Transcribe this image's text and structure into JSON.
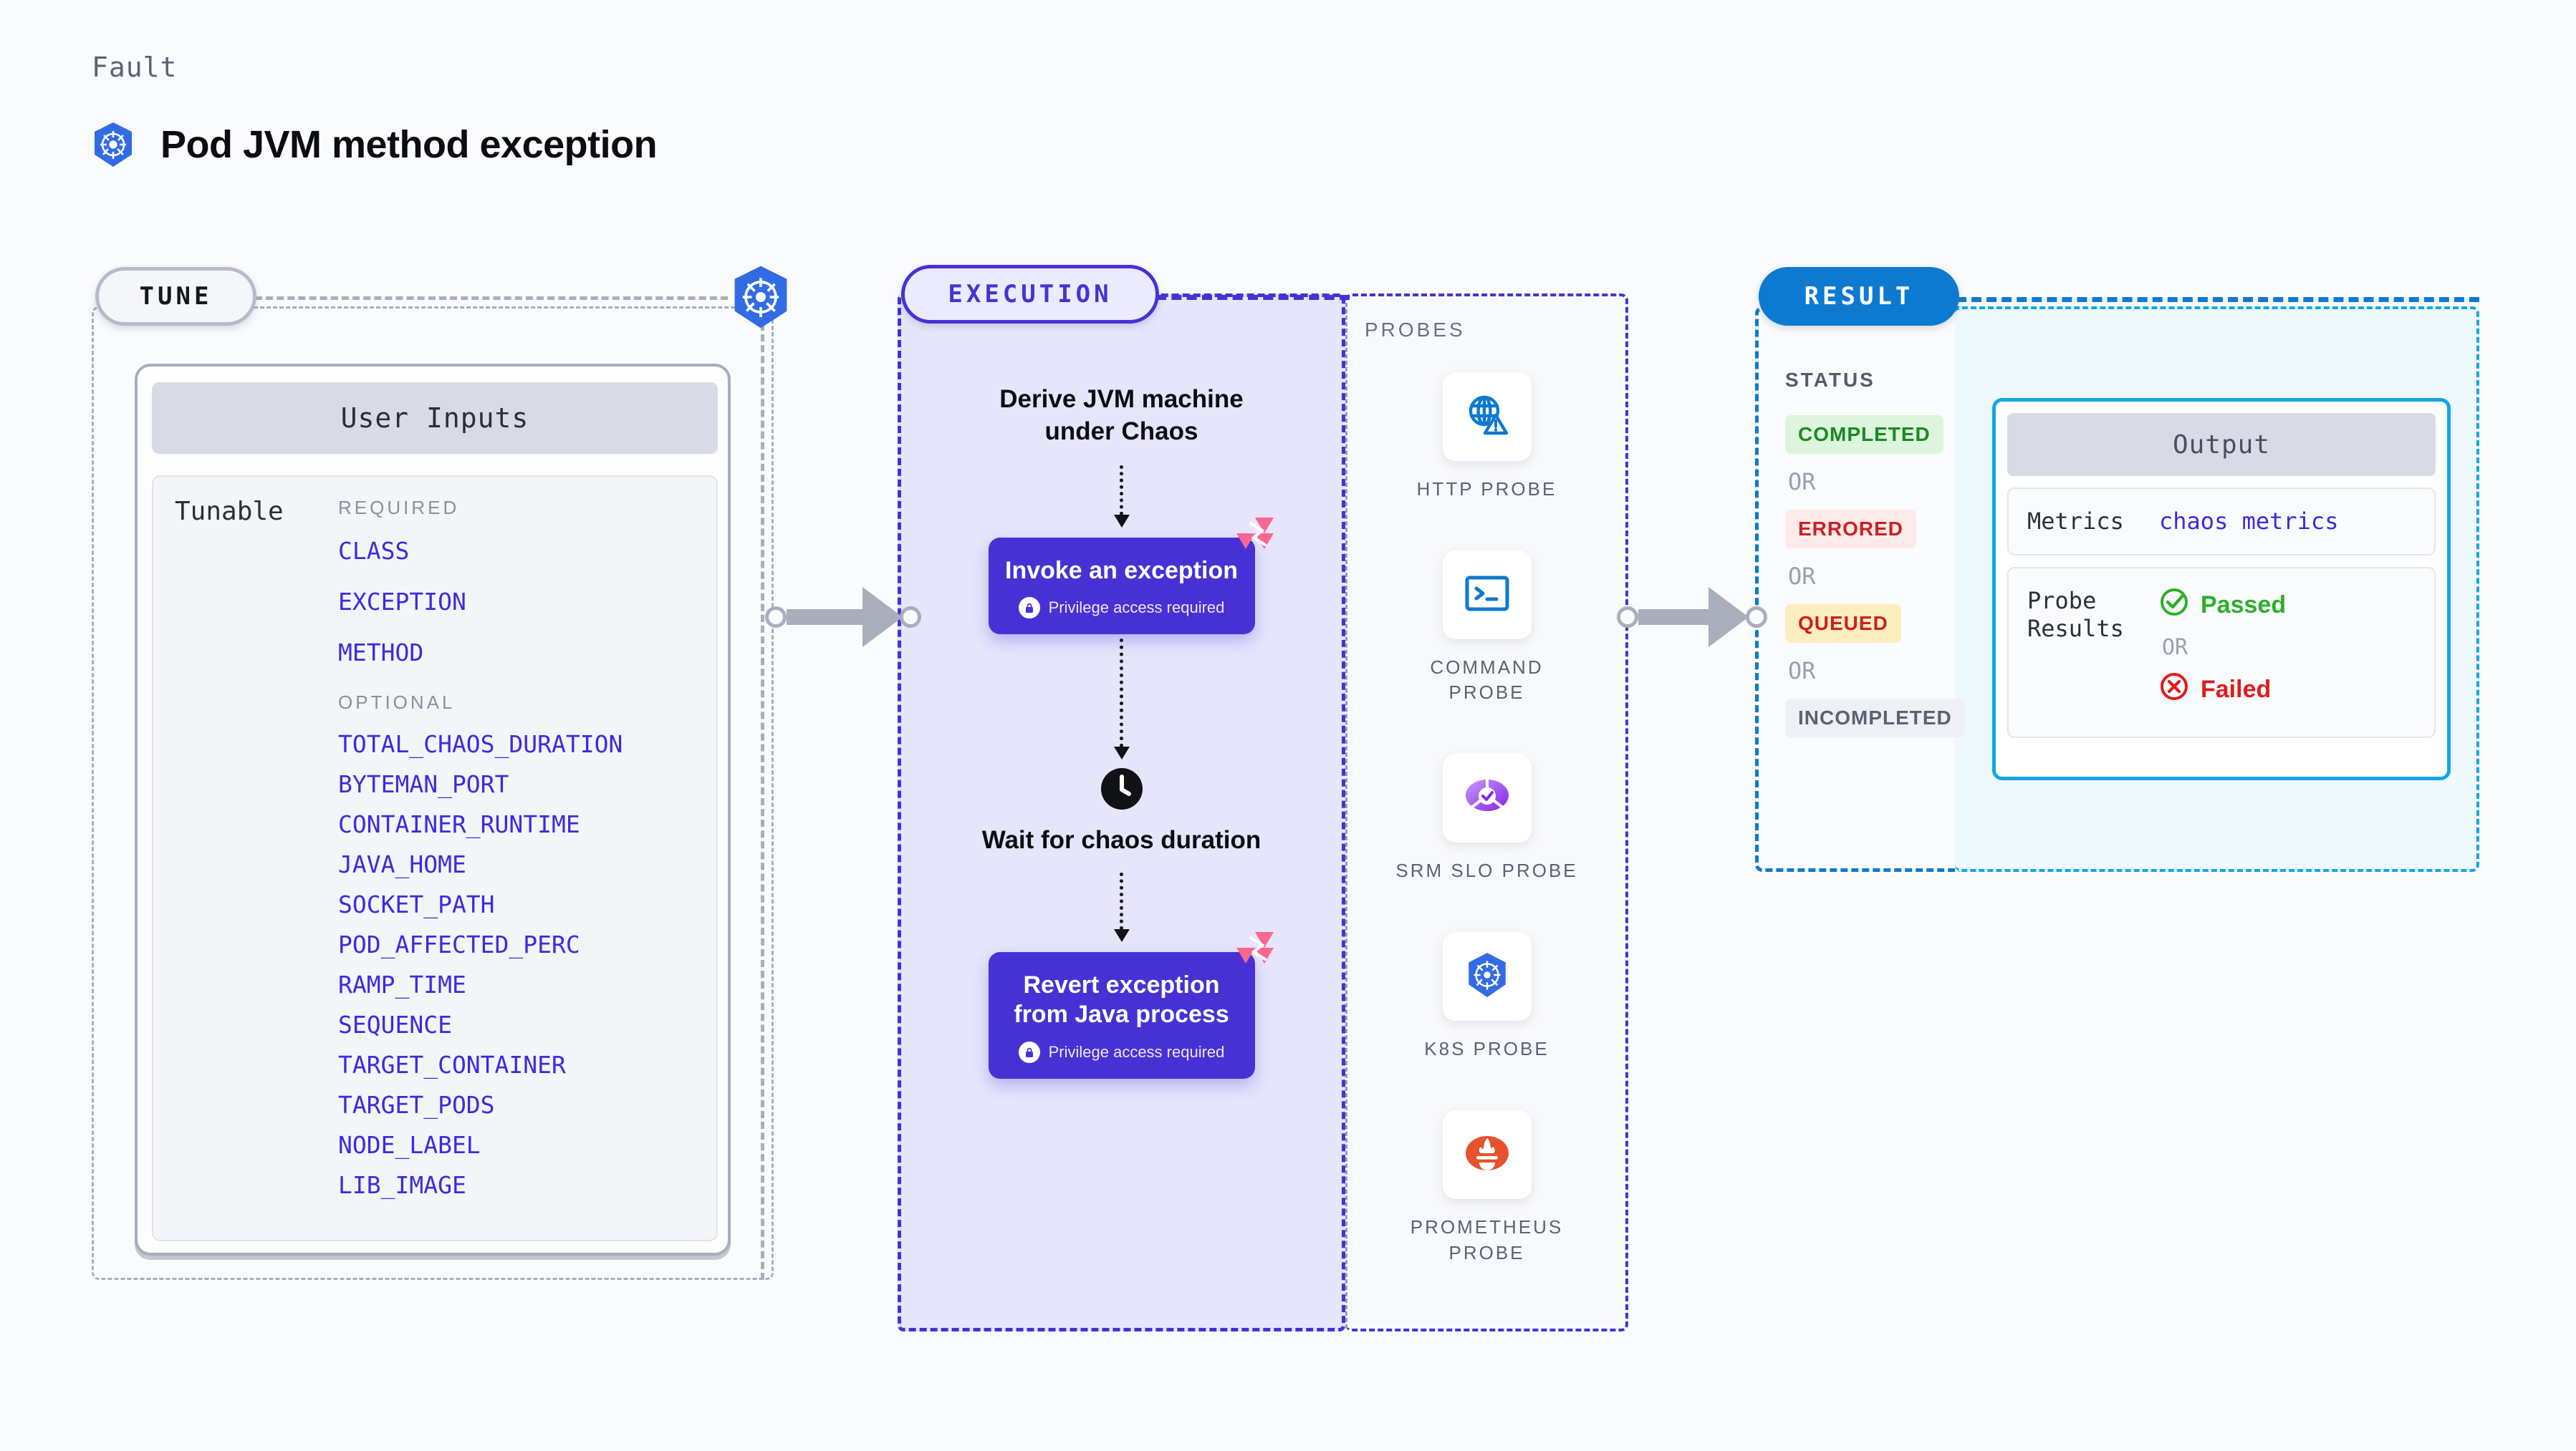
{
  "header": {
    "eyebrow": "Fault",
    "title": "Pod JVM method exception",
    "icon": "kubernetes-icon"
  },
  "stages": {
    "tune": {
      "label": "TUNE"
    },
    "execution": {
      "label": "EXECUTION"
    },
    "result": {
      "label": "RESULT"
    }
  },
  "tune": {
    "card_title": "User Inputs",
    "tunable_label": "Tunable",
    "required_title": "REQUIRED",
    "required": [
      "CLASS",
      "EXCEPTION",
      "METHOD"
    ],
    "optional_title": "OPTIONAL",
    "optional": [
      "TOTAL_CHAOS_DURATION",
      "BYTEMAN_PORT",
      "CONTAINER_RUNTIME",
      "JAVA_HOME",
      "SOCKET_PATH",
      "POD_AFFECTED_PERC",
      "RAMP_TIME",
      "SEQUENCE",
      "TARGET_CONTAINER",
      "TARGET_PODS",
      "NODE_LABEL",
      "LIB_IMAGE"
    ]
  },
  "execution": {
    "step1": {
      "text": "Derive JVM machine under Chaos"
    },
    "step2": {
      "title": "Invoke an exception",
      "subtitle": "Privilege access required",
      "badge": "litmus-icon",
      "lock_icon": "lock-icon"
    },
    "step3": {
      "text": "Wait for chaos duration",
      "icon": "clock-icon"
    },
    "step4": {
      "title": "Revert exception from Java process",
      "subtitle": "Privilege access required",
      "badge": "litmus-icon",
      "lock_icon": "lock-icon"
    }
  },
  "probes": {
    "title": "PROBES",
    "items": [
      {
        "label": "HTTP PROBE",
        "icon": "globe-warning-icon"
      },
      {
        "label": "COMMAND PROBE",
        "icon": "terminal-icon"
      },
      {
        "label": "SRM SLO PROBE",
        "icon": "srm-slo-icon"
      },
      {
        "label": "K8S PROBE",
        "icon": "kubernetes-icon"
      },
      {
        "label": "PROMETHEUS PROBE",
        "icon": "prometheus-icon"
      }
    ]
  },
  "result": {
    "status_title": "STATUS",
    "or_label": "OR",
    "statuses": [
      {
        "label": "COMPLETED",
        "bg": "#dcf5dc",
        "fg": "#1a8a22"
      },
      {
        "label": "ERRORED",
        "bg": "#fdeaea",
        "fg": "#cc2020"
      },
      {
        "label": "QUEUED",
        "bg": "#fdeec0",
        "fg": "#cc2020"
      },
      {
        "label": "INCOMPLETED",
        "bg": "#eef0f5",
        "fg": "#5b6274"
      }
    ]
  },
  "output": {
    "title": "Output",
    "metrics_label": "Metrics",
    "metrics_value": "chaos metrics",
    "probe_results_label": "Probe Results",
    "passed_label": "Passed",
    "failed_label": "Failed",
    "or_label": "OR",
    "passed_icon": "check-circle-icon",
    "failed_icon": "x-circle-icon"
  },
  "colors": {
    "accent_purple": "#4632d4",
    "accent_blue": "#0d7ad1",
    "accent_cyan": "#12a6e8",
    "param_blue": "#3d2ae0",
    "k8s_blue": "#326ce5",
    "litmus_pink": "#f9678f",
    "pass_green": "#2ab02a",
    "fail_red": "#e01b1b"
  }
}
